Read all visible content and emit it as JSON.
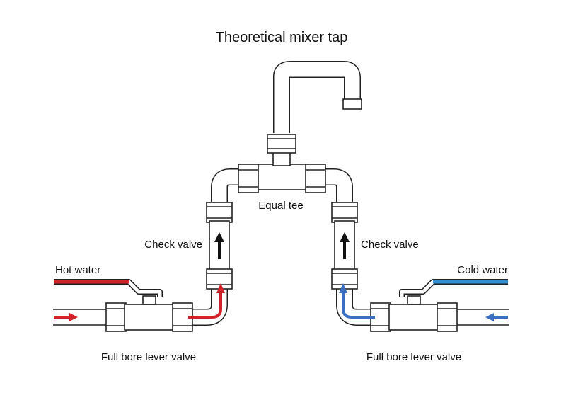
{
  "title": "Theoretical mixer tap",
  "labels": {
    "equal_tee": "Equal tee",
    "check_valve_left": "Check valve",
    "check_valve_right": "Check valve",
    "hot_water": "Hot water",
    "cold_water": "Cold water",
    "lever_valve_left": "Full bore lever valve",
    "lever_valve_right": "Full bore lever valve"
  },
  "colors": {
    "hot": "#d2232a",
    "cold": "#2f8fd0",
    "cold_arrow": "#3b6fc2",
    "outline": "#222222",
    "flow_arrow": "#111111"
  }
}
